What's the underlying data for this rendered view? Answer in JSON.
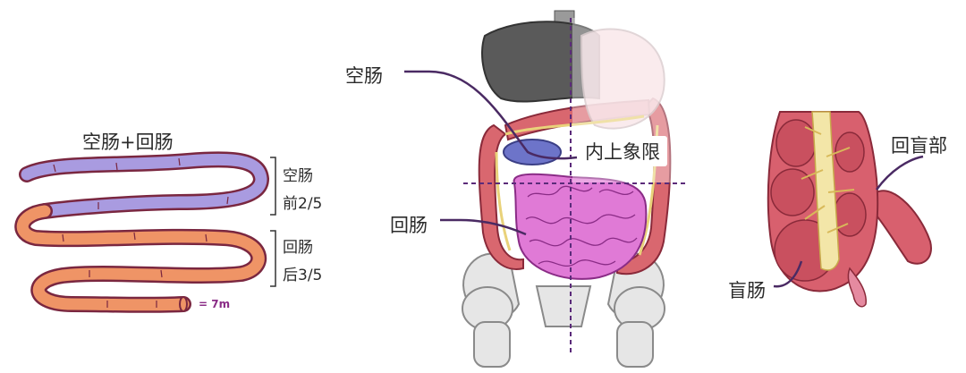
{
  "left_panel": {
    "title": "空肠+回肠",
    "jejunum_label": "空肠",
    "jejunum_fraction": "前2/5",
    "ileum_label": "回肠",
    "ileum_fraction": "后3/5",
    "length_note": "= 7m",
    "colors": {
      "jejunum": "#a99be0",
      "ileum": "#ef9466",
      "outline": "#7a2740"
    }
  },
  "middle_panel": {
    "jejunum_label": "空肠",
    "ileum_label": "回肠",
    "quadrant_label": "内上象限",
    "colors": {
      "small_intestine": "#e07ad6",
      "colon": "#d9676f",
      "liver": "#5a5a5a",
      "quadrant_line": "#5b2b7a"
    }
  },
  "right_panel": {
    "ileocecal_label": "回盲部",
    "cecum_label": "盲肠",
    "colors": {
      "cecum": "#d8606e",
      "fat": "#f3e6a8"
    }
  }
}
